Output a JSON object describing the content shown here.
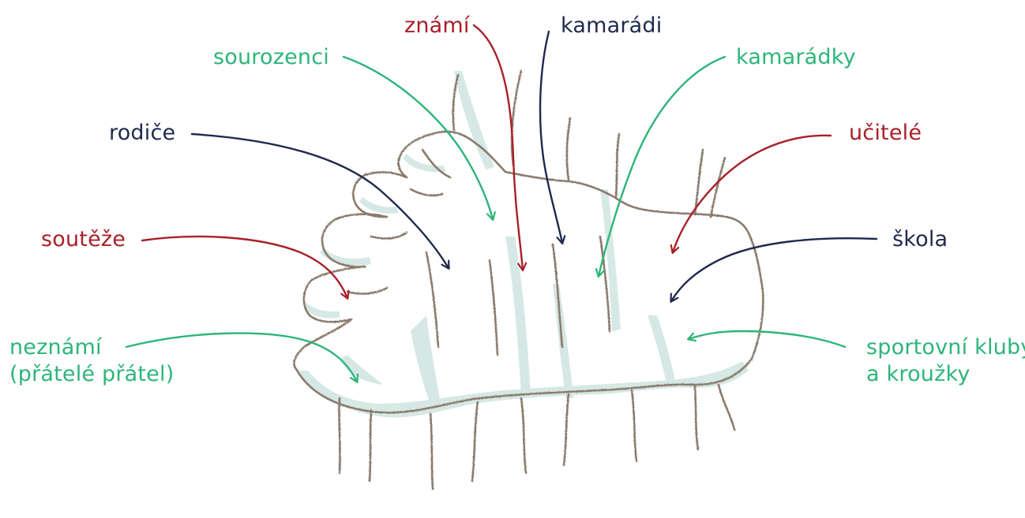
{
  "colors": {
    "green": "#2db57a",
    "red": "#a8202a",
    "navy": "#1f2a4d",
    "outline": "#8a7a6c",
    "fill": "#cfe5e1"
  },
  "labels": {
    "znami": "známí",
    "kamaradi": "kamarádi",
    "sourozenci": "sourozenci",
    "kamaradky": "kamarádky",
    "rodice": "rodiče",
    "ucitele": "učitelé",
    "souteze": "soutěže",
    "skola": "škola",
    "neznami_1": "neznámí",
    "neznami_2": "(přátelé přátel)",
    "sport_1": "sportovní kluby",
    "sport_2": "a kroužky"
  },
  "label_colors": {
    "znami": "red",
    "kamaradi": "navy",
    "sourozenci": "green",
    "kamaradky": "green",
    "rodice": "navy",
    "ucitele": "red",
    "souteze": "red",
    "skola": "navy",
    "neznami": "green",
    "sport": "green"
  }
}
